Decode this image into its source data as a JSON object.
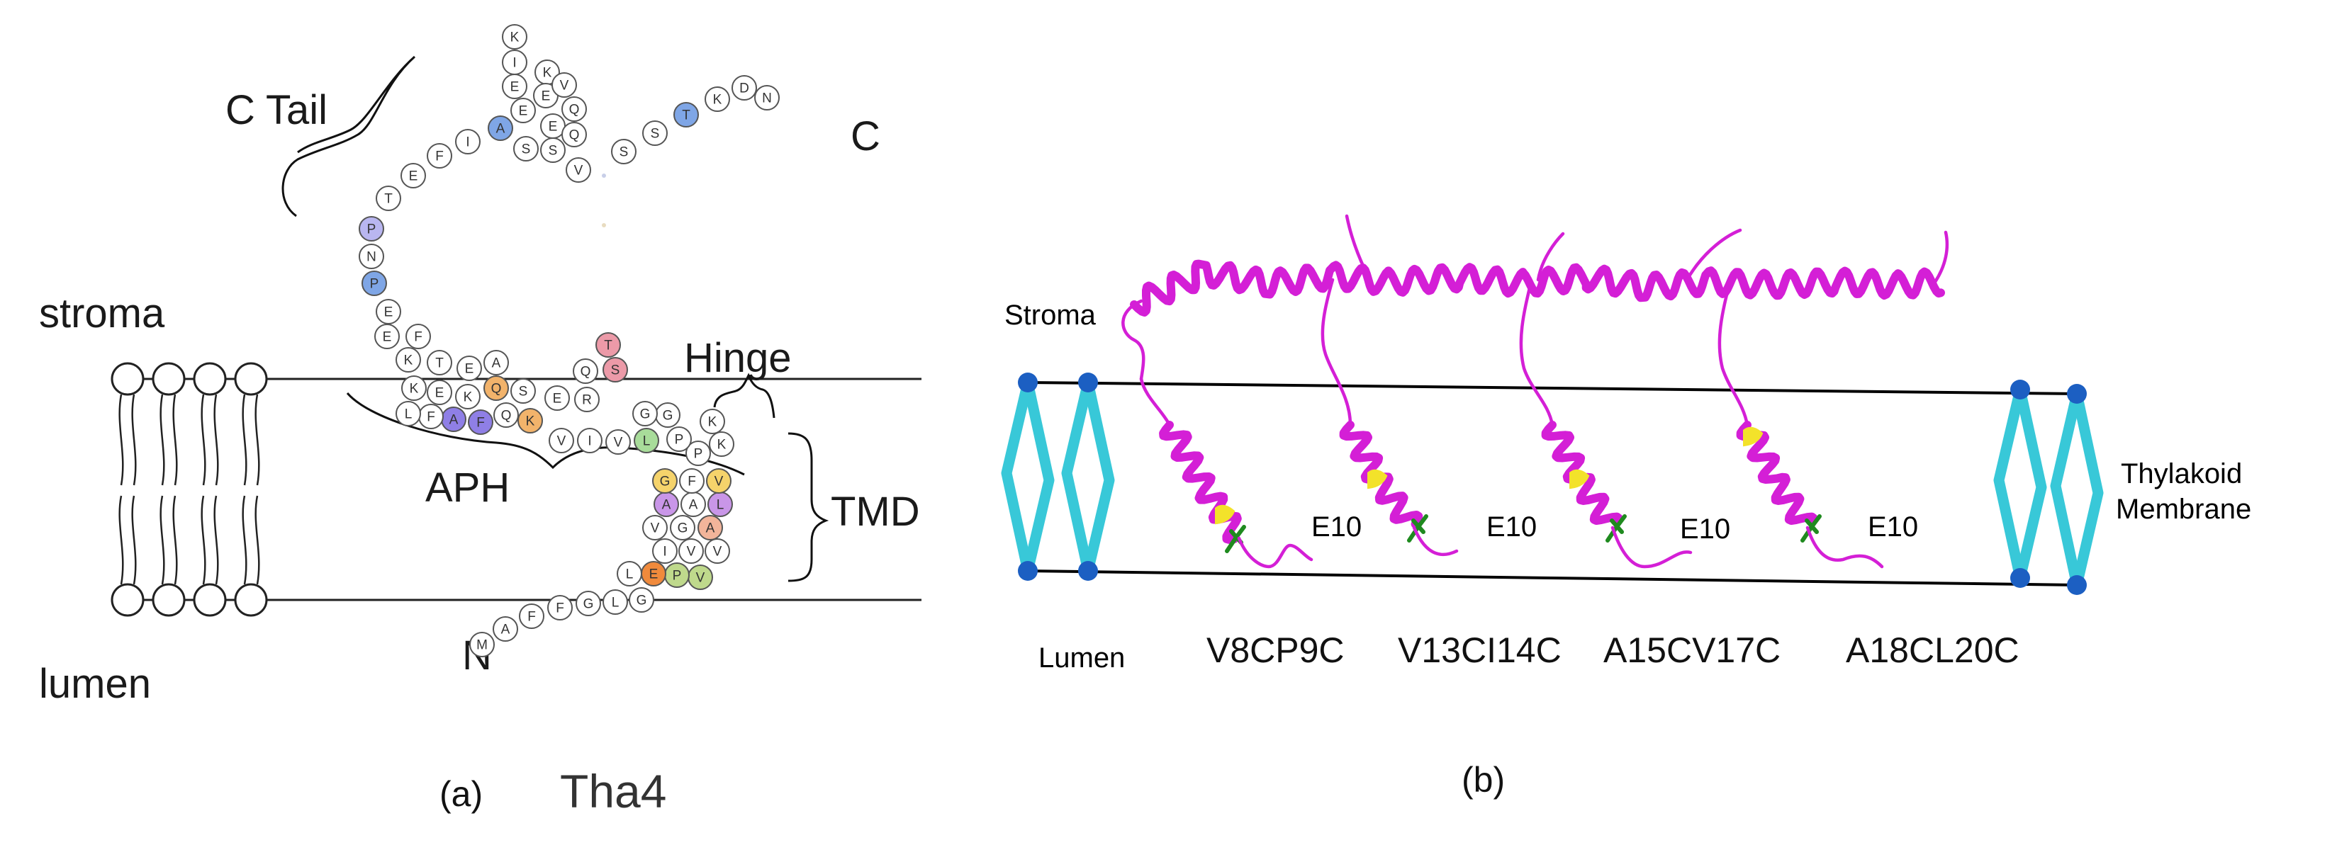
{
  "panel_a": {
    "stroma_label": "stroma",
    "lumen_label": "lumen",
    "ctail_label": "C Tail",
    "hinge_label": "Hinge",
    "aph_label": "APH",
    "tmd_label": "TMD",
    "n_label": "N",
    "c_label": "C",
    "caption_letter": "(a)",
    "caption_protein": "Tha4",
    "colors": {
      "blue": "#7fa6e6",
      "lavender": "#b9b6f0",
      "violet": "#8f7fe6",
      "pink": "#ec9aa8",
      "orange": "#f2b36b",
      "deep_orange": "#f08a3c",
      "green": "#a8dc9a",
      "olive": "#bfd98c",
      "purple": "#c996e8",
      "yellow": "#f5d36b",
      "salmon": "#f2b49a"
    },
    "residues": [
      {
        "l": "M",
        "c": ""
      },
      {
        "l": "A",
        "c": ""
      },
      {
        "l": "F",
        "c": ""
      },
      {
        "l": "F",
        "c": ""
      },
      {
        "l": "G",
        "c": ""
      },
      {
        "l": "L",
        "c": ""
      },
      {
        "l": "G",
        "c": ""
      },
      {
        "l": "V",
        "c": "olive"
      },
      {
        "l": "P",
        "c": "olive"
      },
      {
        "l": "E",
        "c": "deep_orange"
      },
      {
        "l": "L",
        "c": ""
      },
      {
        "l": "I",
        "c": ""
      },
      {
        "l": "V",
        "c": ""
      },
      {
        "l": "V",
        "c": ""
      },
      {
        "l": "V",
        "c": ""
      },
      {
        "l": "G",
        "c": ""
      },
      {
        "l": "A",
        "c": "salmon"
      },
      {
        "l": "A",
        "c": "purple"
      },
      {
        "l": "A",
        "c": ""
      },
      {
        "l": "L",
        "c": "purple"
      },
      {
        "l": "G",
        "c": "yellow"
      },
      {
        "l": "F",
        "c": ""
      },
      {
        "l": "V",
        "c": "yellow"
      },
      {
        "l": "P",
        "c": ""
      },
      {
        "l": "K",
        "c": ""
      },
      {
        "l": "K",
        "c": ""
      },
      {
        "l": "E",
        "c": ""
      },
      {
        "l": "R",
        "c": ""
      },
      {
        "l": "Q",
        "c": ""
      },
      {
        "l": "S",
        "c": "pink"
      },
      {
        "l": "T",
        "c": "pink"
      },
      {
        "l": "L",
        "c": "green"
      },
      {
        "l": "V",
        "c": ""
      },
      {
        "l": "I",
        "c": ""
      },
      {
        "l": "V",
        "c": ""
      },
      {
        "l": "P",
        "c": ""
      },
      {
        "l": "G",
        "c": ""
      },
      {
        "l": "G",
        "c": ""
      },
      {
        "l": "K",
        "c": "orange"
      },
      {
        "l": "Q",
        "c": ""
      },
      {
        "l": "F",
        "c": "violet"
      },
      {
        "l": "A",
        "c": "violet"
      },
      {
        "l": "F",
        "c": ""
      },
      {
        "l": "L",
        "c": ""
      },
      {
        "l": "K",
        "c": ""
      },
      {
        "l": "E",
        "c": ""
      },
      {
        "l": "K",
        "c": ""
      },
      {
        "l": "Q",
        "c": "orange"
      },
      {
        "l": "S",
        "c": ""
      },
      {
        "l": "A",
        "c": ""
      },
      {
        "l": "E",
        "c": ""
      },
      {
        "l": "T",
        "c": ""
      },
      {
        "l": "K",
        "c": ""
      },
      {
        "l": "E",
        "c": ""
      },
      {
        "l": "F",
        "c": ""
      },
      {
        "l": "E",
        "c": ""
      },
      {
        "l": "P",
        "c": "blue"
      },
      {
        "l": "N",
        "c": ""
      },
      {
        "l": "P",
        "c": "lavender"
      },
      {
        "l": "T",
        "c": ""
      },
      {
        "l": "E",
        "c": ""
      },
      {
        "l": "F",
        "c": ""
      },
      {
        "l": "I",
        "c": ""
      },
      {
        "l": "A",
        "c": "blue"
      },
      {
        "l": "E",
        "c": ""
      },
      {
        "l": "E",
        "c": ""
      },
      {
        "l": "I",
        "c": ""
      },
      {
        "l": "K",
        "c": ""
      },
      {
        "l": "K",
        "c": ""
      },
      {
        "l": "E",
        "c": ""
      },
      {
        "l": "S",
        "c": ""
      },
      {
        "l": "E",
        "c": ""
      },
      {
        "l": "S",
        "c": ""
      },
      {
        "l": "V",
        "c": ""
      },
      {
        "l": "Q",
        "c": ""
      },
      {
        "l": "Q",
        "c": ""
      },
      {
        "l": "V",
        "c": ""
      },
      {
        "l": "S",
        "c": ""
      },
      {
        "l": "S",
        "c": ""
      },
      {
        "l": "T",
        "c": "blue"
      },
      {
        "l": "K",
        "c": ""
      },
      {
        "l": "D",
        "c": ""
      },
      {
        "l": "N",
        "c": ""
      },
      {
        "l": "V",
        "c": ""
      }
    ]
  },
  "panel_b": {
    "stroma_label": "Stroma",
    "lumen_label": "Lumen",
    "membrane_label_line1": "Thylakoid",
    "membrane_label_line2": "Membrane",
    "e10_labels": [
      "E10",
      "E10",
      "E10",
      "E10"
    ],
    "mutant_labels": [
      "V8CP9C",
      "V13CI14C",
      "A15CV17C",
      "A18CL20C"
    ],
    "caption_letter": "(b)",
    "colors": {
      "helix": "#d41fd6",
      "highlight": "#f3e22a",
      "e10": "#1f8a1f",
      "lipid_tail": "#38c8d8",
      "lipid_head": "#1c5fc2"
    }
  }
}
